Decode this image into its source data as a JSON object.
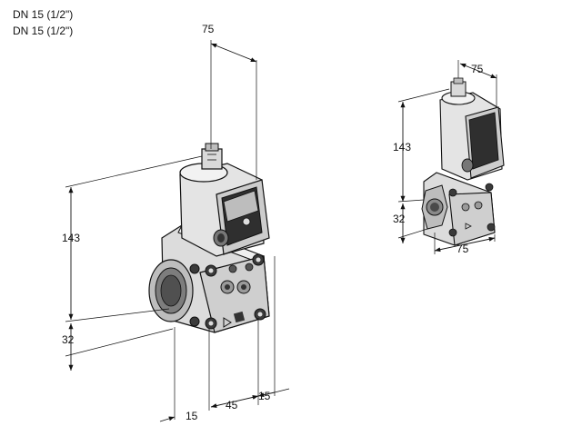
{
  "header": {
    "line1": "DN 15 (1/2\")",
    "line2": "DN 15 (1/2\")"
  },
  "large_view": {
    "dim_top_width": "75",
    "dim_height": "143",
    "dim_bottom_offset": "32",
    "dim_bottom_a": "15",
    "dim_bottom_b": "45",
    "dim_bottom_c": "15"
  },
  "small_view": {
    "dim_top_width": "75",
    "dim_height": "143",
    "dim_bottom_offset": "32",
    "dim_bottom_width": "75"
  },
  "colors": {
    "line": "#111111",
    "body_light": "#e6e6e6",
    "body_mid": "#c9c9c9",
    "body_dark": "#8f8f8f",
    "panel_dark": "#2e2e2e"
  }
}
